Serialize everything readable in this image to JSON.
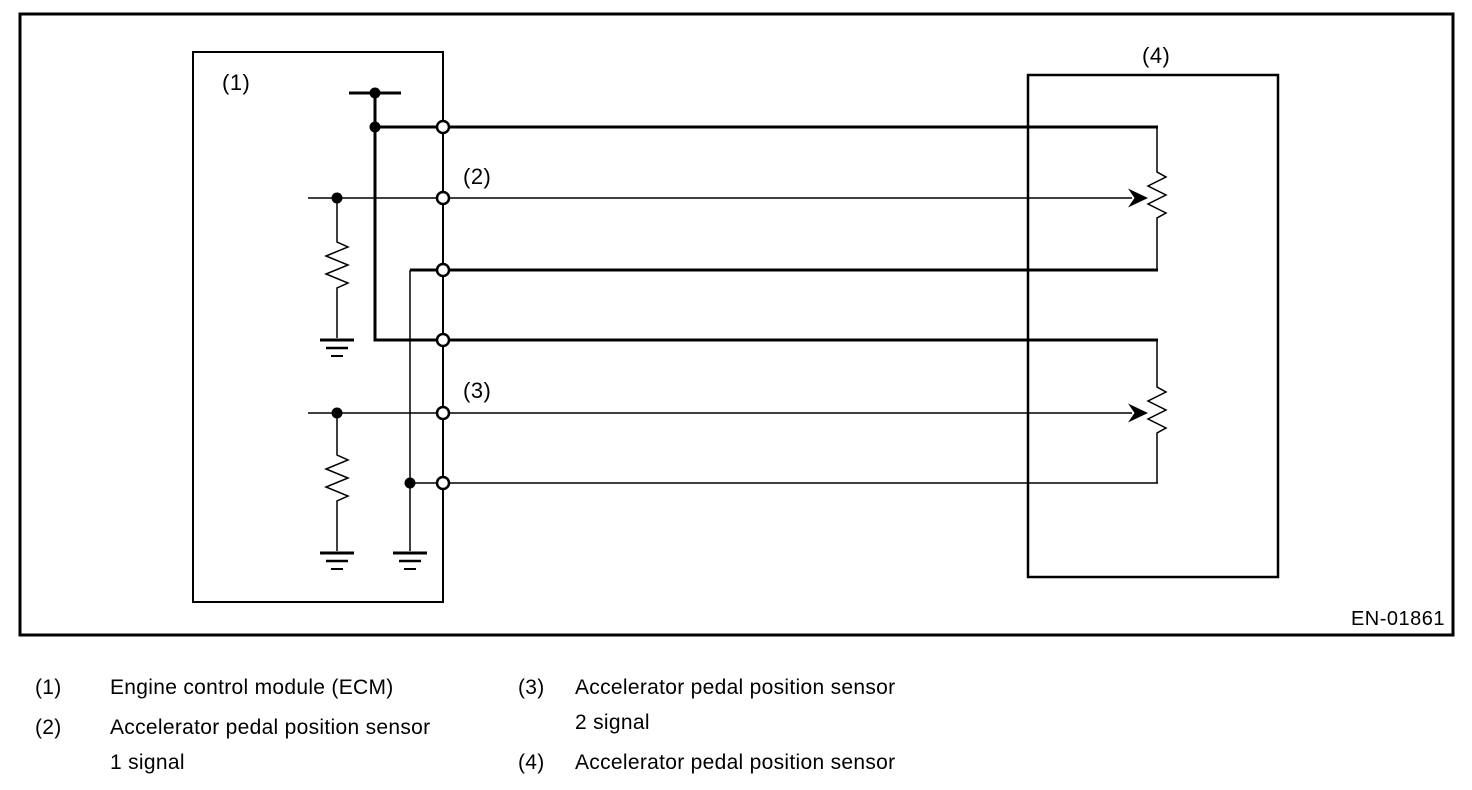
{
  "diagram": {
    "callouts": {
      "c1": "(1)",
      "c2": "(2)",
      "c3": "(3)",
      "c4": "(4)"
    },
    "figure_code": "EN-01861",
    "colors": {
      "line": "#000000",
      "background": "#ffffff"
    },
    "components": {
      "ecm_box_ref": "(1)",
      "sensor_box_ref": "(4)",
      "signal1_ref": "(2)",
      "signal2_ref": "(3)"
    }
  },
  "legend": {
    "items": [
      {
        "num": "(1)",
        "lines": [
          "Engine control module (ECM)"
        ]
      },
      {
        "num": "(2)",
        "lines": [
          "Accelerator pedal position sensor",
          "1 signal"
        ]
      },
      {
        "num": "(3)",
        "lines": [
          "Accelerator pedal position sensor",
          "2 signal"
        ]
      },
      {
        "num": "(4)",
        "lines": [
          "Accelerator pedal position sensor"
        ]
      }
    ]
  }
}
